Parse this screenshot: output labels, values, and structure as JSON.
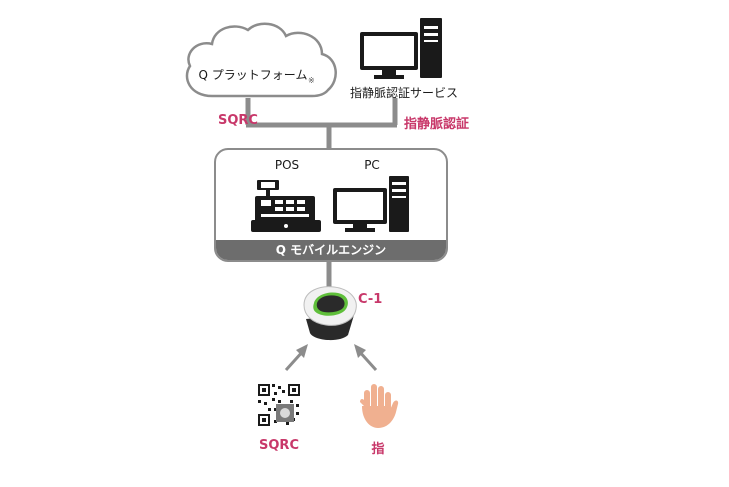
{
  "cloud": {
    "label": "Q プラットフォーム",
    "mark": "※"
  },
  "server": {
    "label": "指静脈認証サービス"
  },
  "links": {
    "left_label": "SQRC",
    "right_label": "指静脈認証"
  },
  "engine": {
    "title": "Q モバイルエンジン",
    "pos_label": "POS",
    "pc_label": "PC"
  },
  "device": {
    "label": "C-1"
  },
  "inputs": {
    "qr_label": "SQRC",
    "finger_label": "指"
  },
  "colors": {
    "accent": "#c8386a",
    "line": "#8c8c8c",
    "dark": "#1a1a1a",
    "engine_bar": "#6d6d6d",
    "green": "#5fbf3a"
  }
}
